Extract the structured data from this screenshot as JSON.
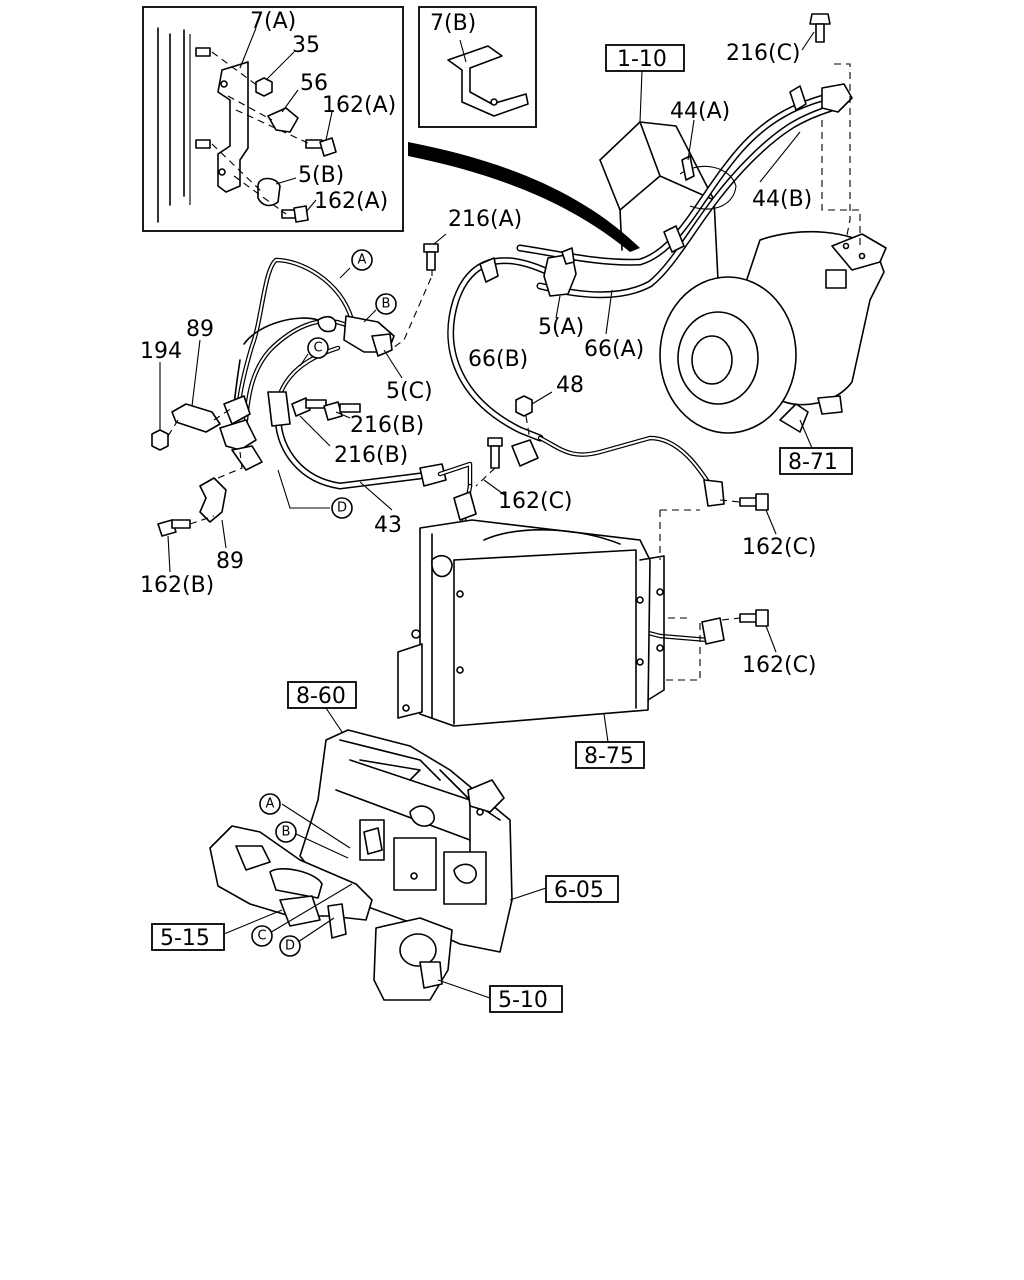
{
  "detail_a": {
    "labels": {
      "bracket": "7(A)",
      "nut": "35",
      "clip": "56",
      "bolt_top": "162(A)",
      "cushion": "5(B)",
      "bolt_bottom": "162(A)"
    }
  },
  "detail_b": {
    "label": "7(B)"
  },
  "refs": {
    "engine": "1-10",
    "compressor": "8-71",
    "condenser": "8-75",
    "dash_panel": "8-60",
    "cab_floor": "6-05",
    "pedal_left": "5-15",
    "pedal_right": "5-10"
  },
  "callouts": {
    "bolt_216c": "216(C)",
    "clip_44a": "44(A)",
    "clip_44b": "44(B)",
    "bolt_216a": "216(A)",
    "clamp_5a": "5(A)",
    "hose_66a": "66(A)",
    "hose_66b": "66(B)",
    "nut_48": "48",
    "clamp_5c": "5(C)",
    "bolt_216b_1": "216(B)",
    "bolt_216b_2": "216(B)",
    "nut_194": "194",
    "clip_89_top": "89",
    "clip_89_bottom": "89",
    "bolt_162b": "162(B)",
    "hose_43": "43",
    "bolt_162c_1": "162(C)",
    "bolt_162c_2": "162(C)",
    "bolt_162c_3": "162(C)"
  },
  "markers": {
    "a_top": "A",
    "b_top": "B",
    "c_top": "C",
    "d_top": "D",
    "a_bottom": "A",
    "b_bottom": "B",
    "c_bottom": "C",
    "d_bottom": "D"
  }
}
